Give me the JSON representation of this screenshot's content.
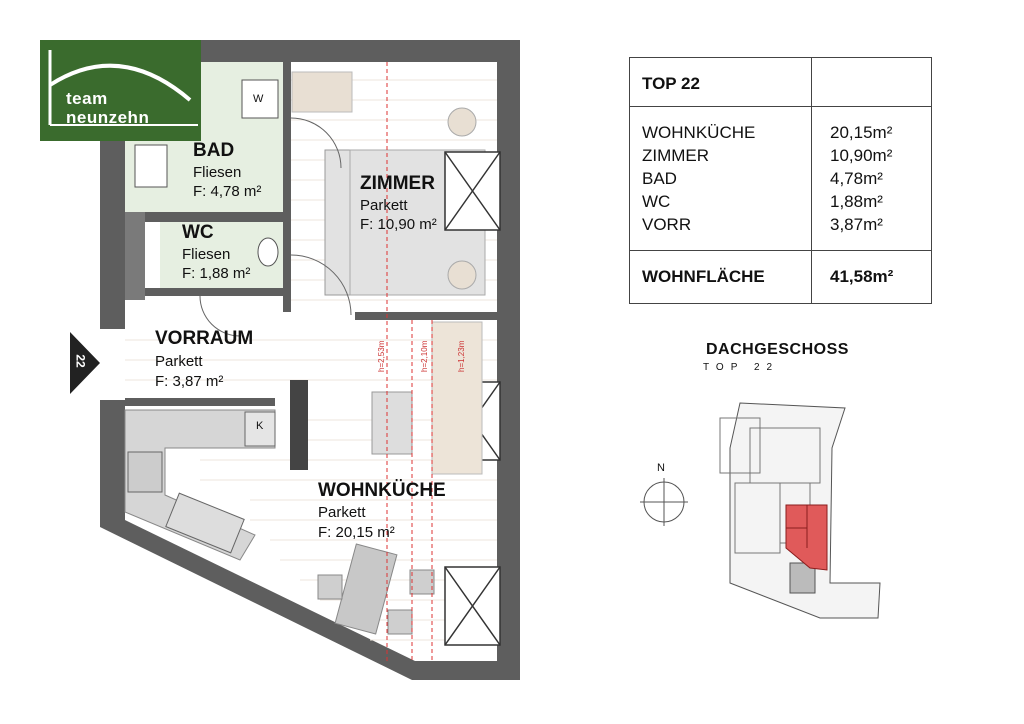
{
  "logo": {
    "line1": "team",
    "line2": "neunzehn"
  },
  "rooms": {
    "bad": {
      "name": "BAD",
      "floor": "Fliesen",
      "area": "F: 4,78 m²"
    },
    "wc": {
      "name": "WC",
      "floor": "Fliesen",
      "area": "F: 1,88 m²"
    },
    "zimmer": {
      "name": "ZIMMER",
      "floor": "Parkett",
      "area": "F: 10,90 m²"
    },
    "vorraum": {
      "name": "VORRAUM",
      "floor": "Parkett",
      "area": "F: 3,87 m²"
    },
    "wohnkueche": {
      "name": "WOHNKÜCHE",
      "floor": "Parkett",
      "area": "F: 20,15 m²"
    }
  },
  "fixtures": {
    "w_label": "W",
    "k_label": "K",
    "apt_marker": "22"
  },
  "heights": [
    "h=2,53m",
    "h=2,10m",
    "h=1,23m"
  ],
  "area_table": {
    "title": "TOP 22",
    "rooms": [
      {
        "name": "WOHNKÜCHE",
        "value": "20,15m²"
      },
      {
        "name": "ZIMMER",
        "value": "10,90m²"
      },
      {
        "name": "BAD",
        "value": "4,78m²"
      },
      {
        "name": "WC",
        "value": "1,88m²"
      },
      {
        "name": "VORR",
        "value": "3,87m²"
      }
    ],
    "total_label": "WOHNFLÄCHE",
    "total_value": "41,58m²"
  },
  "floor_overview": {
    "title": "DACHGESCHOSS",
    "subtitle": "TOP 22",
    "north": "N",
    "highlight_color": "#e05a5a"
  },
  "colors": {
    "wall": "#5e5e5e",
    "wet_area": "#e6efe1",
    "logo_green": "#3a6b2d"
  }
}
